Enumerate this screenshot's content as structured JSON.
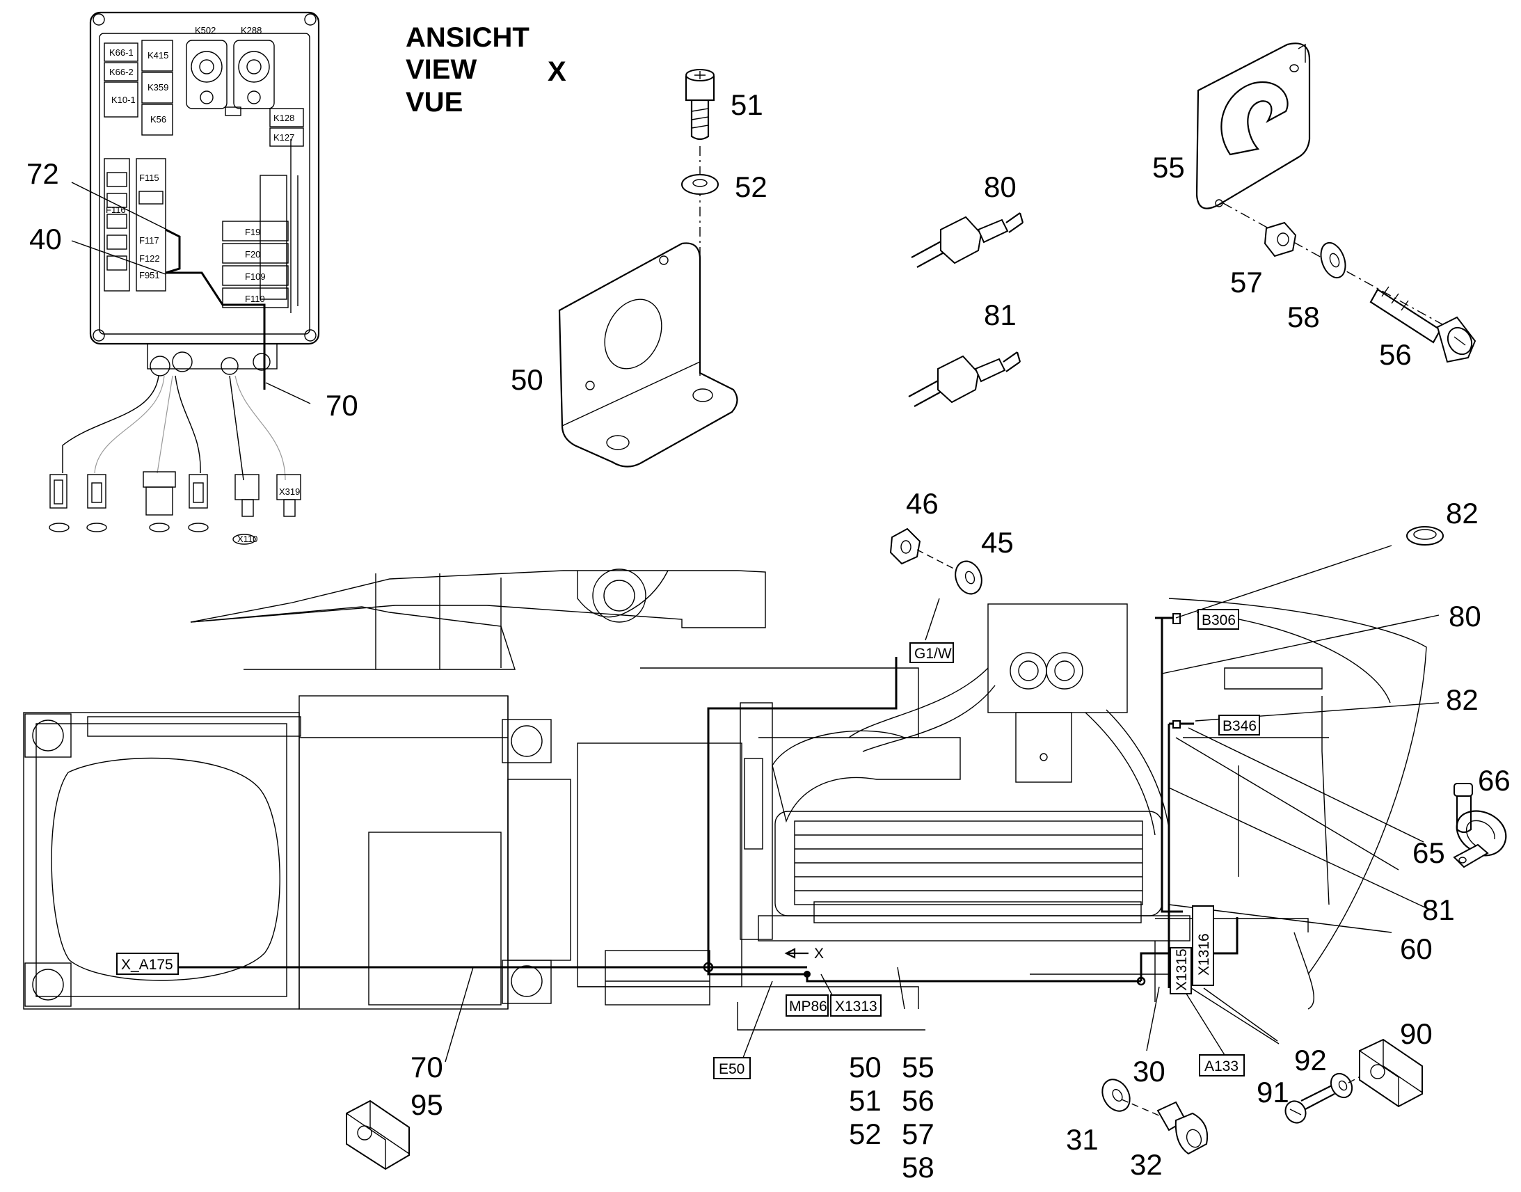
{
  "view_title": {
    "line1": "ANSICHT",
    "line2": "VIEW",
    "line3": "VUE",
    "marker": "X"
  },
  "callouts": {
    "c72": "72",
    "c40": "40",
    "c70_top": "70",
    "c51_top": "51",
    "c52_top": "52",
    "c50_top": "50",
    "c80_top": "80",
    "c81_top": "81",
    "c55_top": "55",
    "c57_top": "57",
    "c58_top": "58",
    "c56_top": "56",
    "c46": "46",
    "c45": "45",
    "c82_a": "82",
    "c80_right": "80",
    "c82_b": "82",
    "c66": "66",
    "c65": "65",
    "c81_right": "81",
    "c60": "60",
    "c70_bottom": "70",
    "c95": "95",
    "c50_g": "50",
    "c51_g": "51",
    "c52_g": "52",
    "c55_g": "55",
    "c56_g": "56",
    "c57_g": "57",
    "c58_g": "58",
    "c30": "30",
    "c31": "31",
    "c32": "32",
    "c92": "92",
    "c91": "91",
    "c90": "90"
  },
  "tags": {
    "b306": "B306",
    "b346": "B346",
    "g1w": "G1/W",
    "x_a175": "X_A175",
    "mp86": "MP86",
    "x1313": "X1313",
    "e50": "E50",
    "x1315": "X1315",
    "x1316": "X1316",
    "a133": "A133"
  },
  "relay_labels": {
    "k66_1": "K66-1",
    "k66_2": "K66-2",
    "k10_1": "K10-1",
    "k415": "K415",
    "k359": "K359",
    "k56": "K56",
    "k502": "K502",
    "k288": "K288",
    "k128": "K128",
    "k127": "K127",
    "x319": "X319",
    "x110": "X110"
  },
  "fuse_labels": {
    "f115": "F115",
    "f116": "F116",
    "f117": "F117",
    "f122": "F122",
    "f951": "F951",
    "f19": "F19",
    "f20": "F20",
    "f109": "F109",
    "f110": "F110"
  },
  "small_arrow": {
    "label": "X"
  }
}
